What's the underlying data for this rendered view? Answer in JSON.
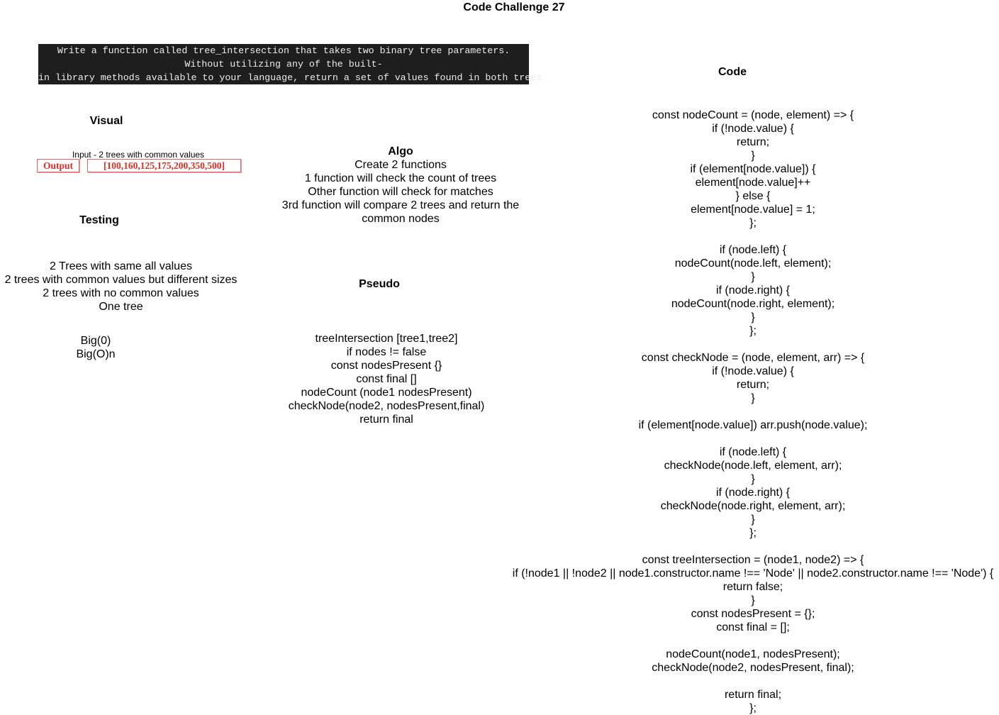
{
  "title": "Code Challenge 27",
  "prompt": {
    "lines": [
      "Write a function called tree_intersection that takes two binary tree parameters.",
      "Without utilizing any of the built-",
      "in library methods available to your language, return a set of values found in both trees."
    ]
  },
  "visual": {
    "heading": "Visual",
    "input_label": "Input - 2 trees with common values",
    "output_label": "Output",
    "output_value": "[100,160,125,175,200,350,500]"
  },
  "testing": {
    "heading": "Testing",
    "items": [
      "2 Trees with same all values",
      "2 trees with common values but different sizes",
      "2 trees with no common values",
      "One tree"
    ],
    "big_o": [
      "Big(0)",
      "Big(O)n"
    ]
  },
  "algo": {
    "heading": "Algo",
    "lines": [
      "Create 2 functions",
      "1 function will check the count of trees",
      "Other function will check for matches",
      "3rd function will compare 2 trees and return the",
      "common nodes"
    ]
  },
  "pseudo": {
    "heading": "Pseudo",
    "lines": [
      "treeIntersection [tree1,tree2]",
      "if nodes != false",
      "const nodesPresent {}",
      "const final []",
      "nodeCount (node1 nodesPresent)",
      "checkNode(node2, nodesPresent,final)",
      "return final"
    ]
  },
  "code": {
    "heading": "Code",
    "lines": [
      "const nodeCount = (node, element) => {",
      "if (!node.value) {",
      "return;",
      "}",
      "if (element[node.value]) {",
      "element[node.value]++",
      "} else {",
      "element[node.value] = 1;",
      "};",
      "",
      "if (node.left) {",
      "nodeCount(node.left, element);",
      "}",
      "if (node.right) {",
      "nodeCount(node.right, element);",
      "}",
      "};",
      "",
      "const checkNode = (node, element, arr) => {",
      "if (!node.value) {",
      "return;",
      "}",
      "",
      "if (element[node.value]) arr.push(node.value);",
      "",
      "if (node.left) {",
      "checkNode(node.left, element, arr);",
      "}",
      "if (node.right) {",
      "checkNode(node.right, element, arr);",
      "}",
      "};",
      "",
      "const treeIntersection = (node1, node2) => {",
      "if (!node1 || !node2 || node1.constructor.name !== 'Node' || node2.constructor.name !== 'Node') {",
      "return false;",
      "}",
      "const nodesPresent = {};",
      "const final = [];",
      "",
      "nodeCount(node1, nodesPresent);",
      "checkNode(node2, nodesPresent, final);",
      "",
      "return final;",
      "};"
    ]
  }
}
